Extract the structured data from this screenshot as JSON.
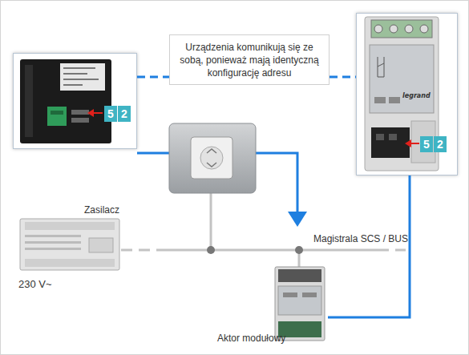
{
  "diagram": {
    "nodes": [
      {
        "text": []
      },
      {
        "text": [
          "5",
          "2"
        ],
        "in": 0
      },
      {
        "text": [
          "Urządzenia komunikują się ze sobą, ponieważ mają identyczną konfigurację adresu"
        ]
      },
      {
        "text": [
          "legrand"
        ]
      },
      {
        "text": [
          "5",
          "2"
        ],
        "in": 3
      },
      {
        "text": [
          "Zasilacz",
          "230 V~"
        ]
      },
      {
        "text": [
          "Aktor modułowy"
        ]
      }
    ],
    "edges": [
      {
        "from": 0,
        "to": 2,
        "arrow": "none"
      },
      {
        "from": 2,
        "to": 3,
        "arrow": "none"
      },
      {
        "from": 3,
        "to": 6,
        "arrow": "none"
      }
    ],
    "labels": [
      "Magistrala SCS / BUS"
    ]
  }
}
